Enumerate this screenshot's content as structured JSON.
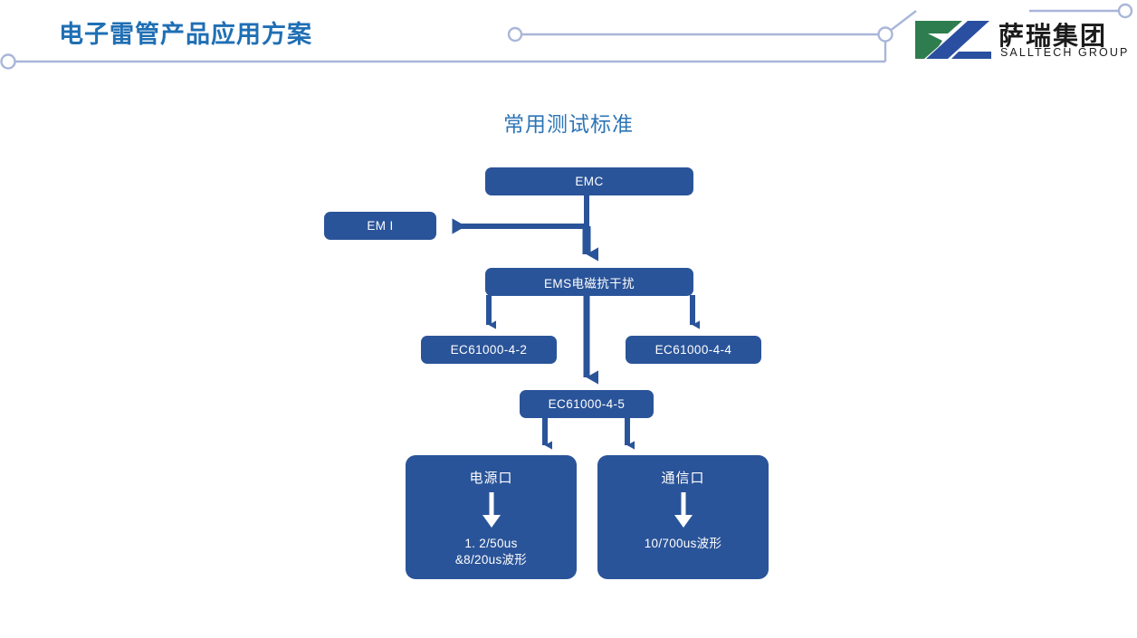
{
  "header": {
    "title": "电子雷管产品应用方案",
    "title_color": "#1F6FB4",
    "deco_line_color": "#A9B6D9"
  },
  "logo": {
    "name_cn": "萨瑞集团",
    "name_en": "SALLTECH GROUP",
    "mark_green": "#2E7D4F",
    "mark_blue": "#2A4FA0",
    "icon": "salltech-logo-icon"
  },
  "diagram": {
    "title": "常用测试标准",
    "title_color": "#2D75B6",
    "node_fill": "#2A5499",
    "node_text_color": "#FFFFFF",
    "connector_color": "#2A5499",
    "nodes": {
      "emc": {
        "label": "EMC"
      },
      "emi": {
        "label": "EM I"
      },
      "ems": {
        "label": "EMS电磁抗干扰"
      },
      "ec_4_2": {
        "label": "EC61000-4-2"
      },
      "ec_4_4": {
        "label": "EC61000-4-4"
      },
      "ec_4_5": {
        "label": "EC61000-4-5"
      },
      "power_port": {
        "head": "电源口",
        "line1": "1. 2/50us",
        "line2": "&8/20us波形"
      },
      "comm_port": {
        "head": "通信口",
        "line1": "10/700us波形"
      }
    }
  }
}
